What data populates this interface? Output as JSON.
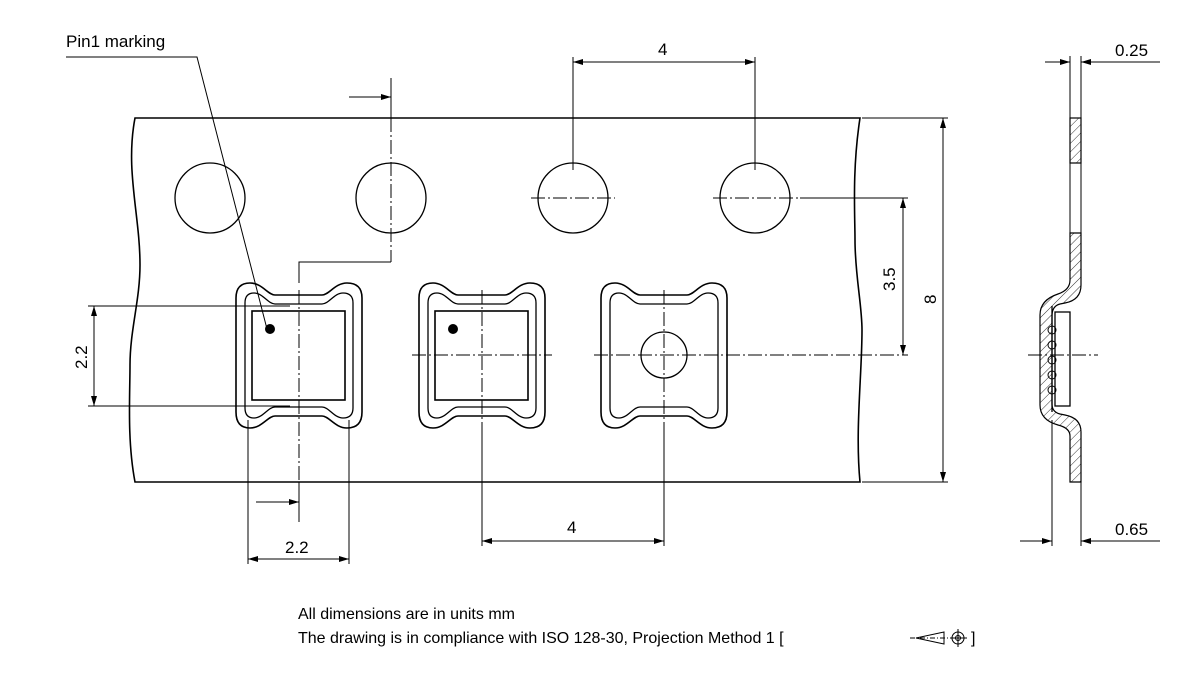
{
  "labels": {
    "pin1_marking": "Pin1 marking",
    "pitch_top": "4",
    "pitch_bottom": "4",
    "hole_to_pocket": "3.5",
    "tape_width": "8",
    "pocket_height": "2.2",
    "pocket_width": "2.2",
    "thickness_top": "0.25",
    "thickness_bottom": "0.65"
  },
  "notes": {
    "line1": "All dimensions are in units mm",
    "line2": "The drawing is in compliance with ISO 128-30, Projection Method 1 [",
    "line2_end": "]"
  }
}
